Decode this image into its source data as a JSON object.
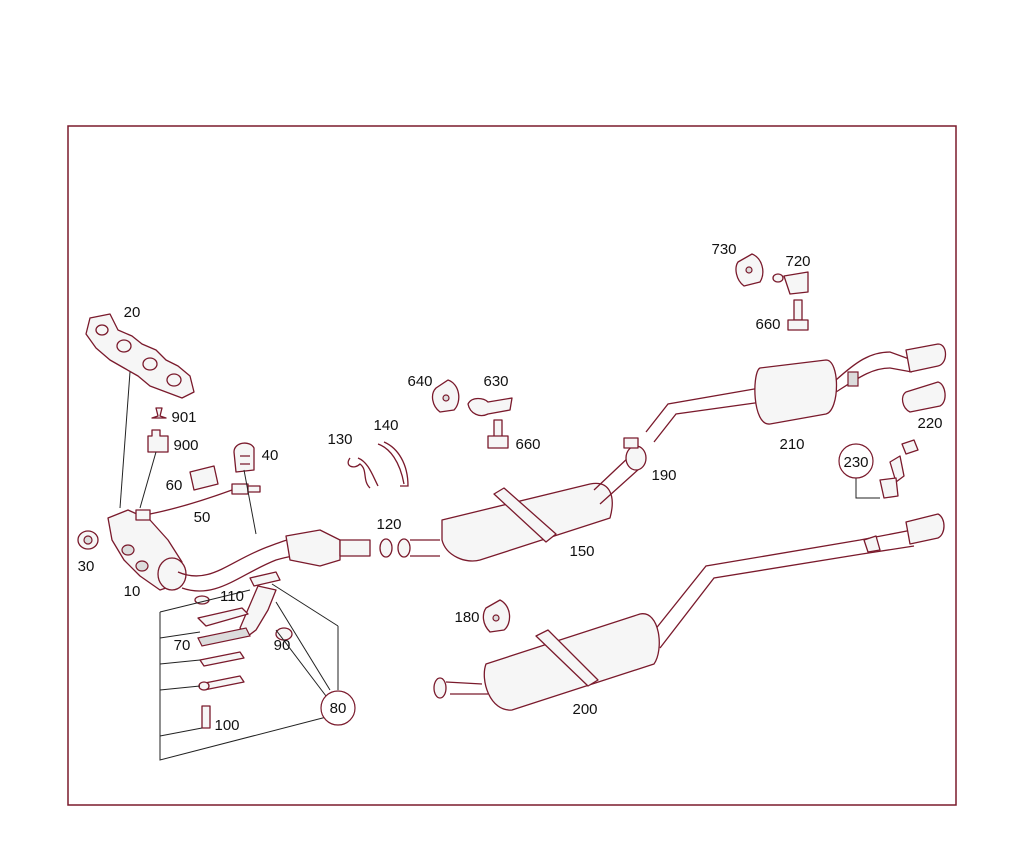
{
  "labels": {
    "p10": "10",
    "p20": "20",
    "p30": "30",
    "p40": "40",
    "p50": "50",
    "p60": "60",
    "p70": "70",
    "p80": "80",
    "p90": "90",
    "p100": "100",
    "p110": "110",
    "p120": "120",
    "p130": "130",
    "p140": "140",
    "p150": "150",
    "p180": "180",
    "p190": "190",
    "p200": "200",
    "p210": "210",
    "p220": "220",
    "p230": "230",
    "p630": "630",
    "p640": "640",
    "p660a": "660",
    "p660b": "660",
    "p720": "720",
    "p730": "730",
    "p900": "900",
    "p901": "901"
  },
  "colors": {
    "frame": "#7a1a2c",
    "line": "#222222",
    "fill": "#f6f6f6"
  }
}
